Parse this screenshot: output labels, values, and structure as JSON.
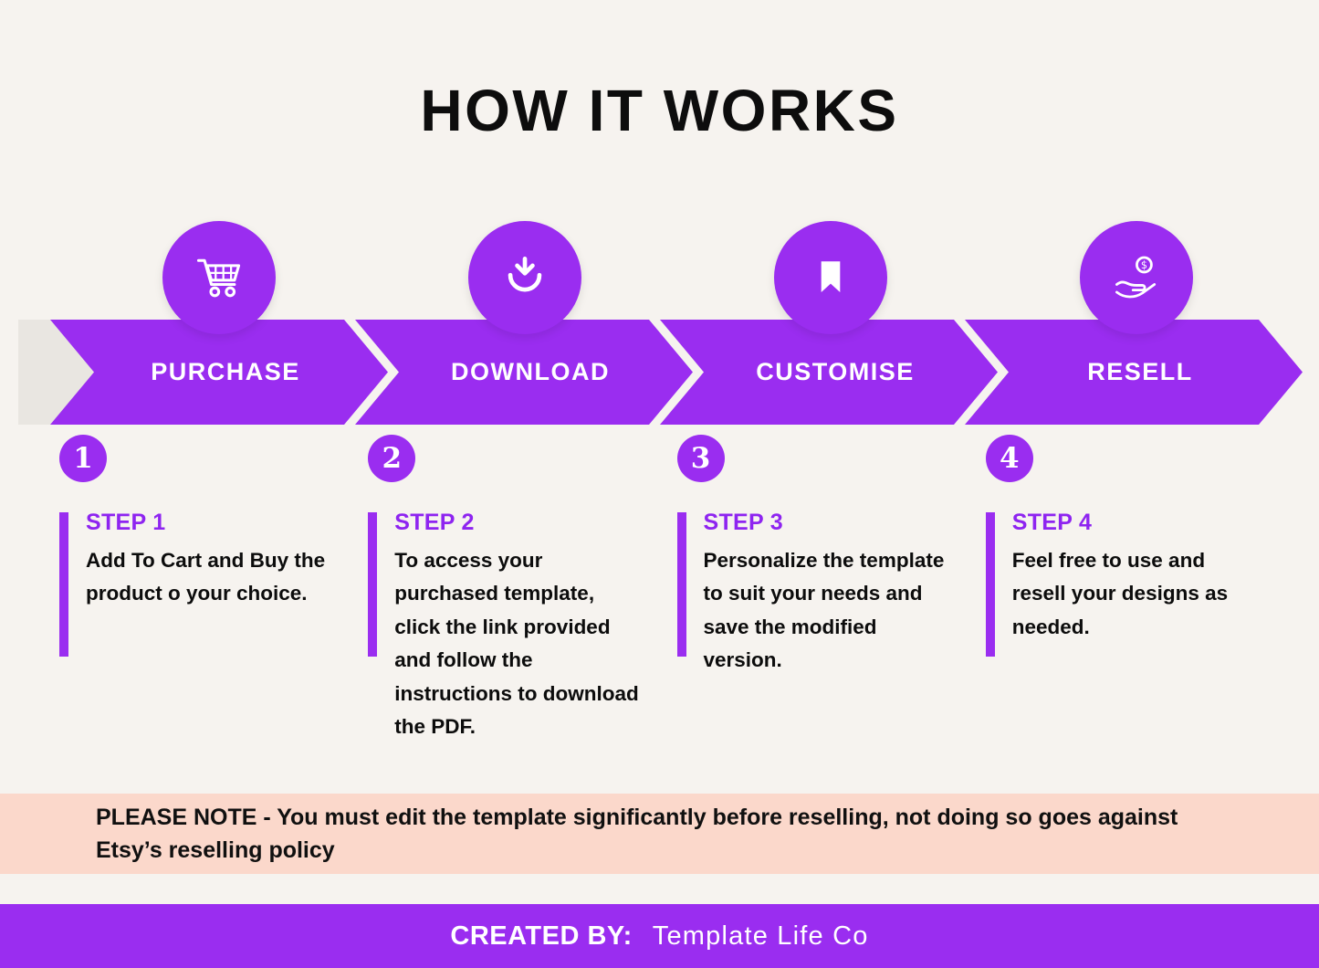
{
  "title": "HOW IT WORKS",
  "steps": [
    {
      "arrow_label": "PURCHASE",
      "icon": "cart-icon",
      "number": "1",
      "heading": "STEP 1",
      "description": "Add To Cart and Buy the product o your choice."
    },
    {
      "arrow_label": "DOWNLOAD",
      "icon": "download-icon",
      "number": "2",
      "heading": "STEP 2",
      "description": "To access your purchased template, click the link provided and follow the instructions to download the PDF."
    },
    {
      "arrow_label": "CUSTOMISE",
      "icon": "bookmark-icon",
      "number": "3",
      "heading": "STEP 3",
      "description": "Personalize the template to suit your needs and save the modified version."
    },
    {
      "arrow_label": "RESELL",
      "icon": "hand-coin-icon",
      "number": "4",
      "heading": "STEP 4",
      "description": "Feel free to use and resell your designs as needed."
    }
  ],
  "note": {
    "label": "PLEASE NOTE",
    "text": "- You must edit the template significantly before reselling, not doing so goes against Etsy’s reselling policy"
  },
  "footer": {
    "label": "CREATED BY:",
    "brand": "Template Life Co"
  },
  "colors": {
    "purple": "#9a2df0",
    "note_background": "#fbd8cb",
    "page_background": "#f6f3ef"
  }
}
